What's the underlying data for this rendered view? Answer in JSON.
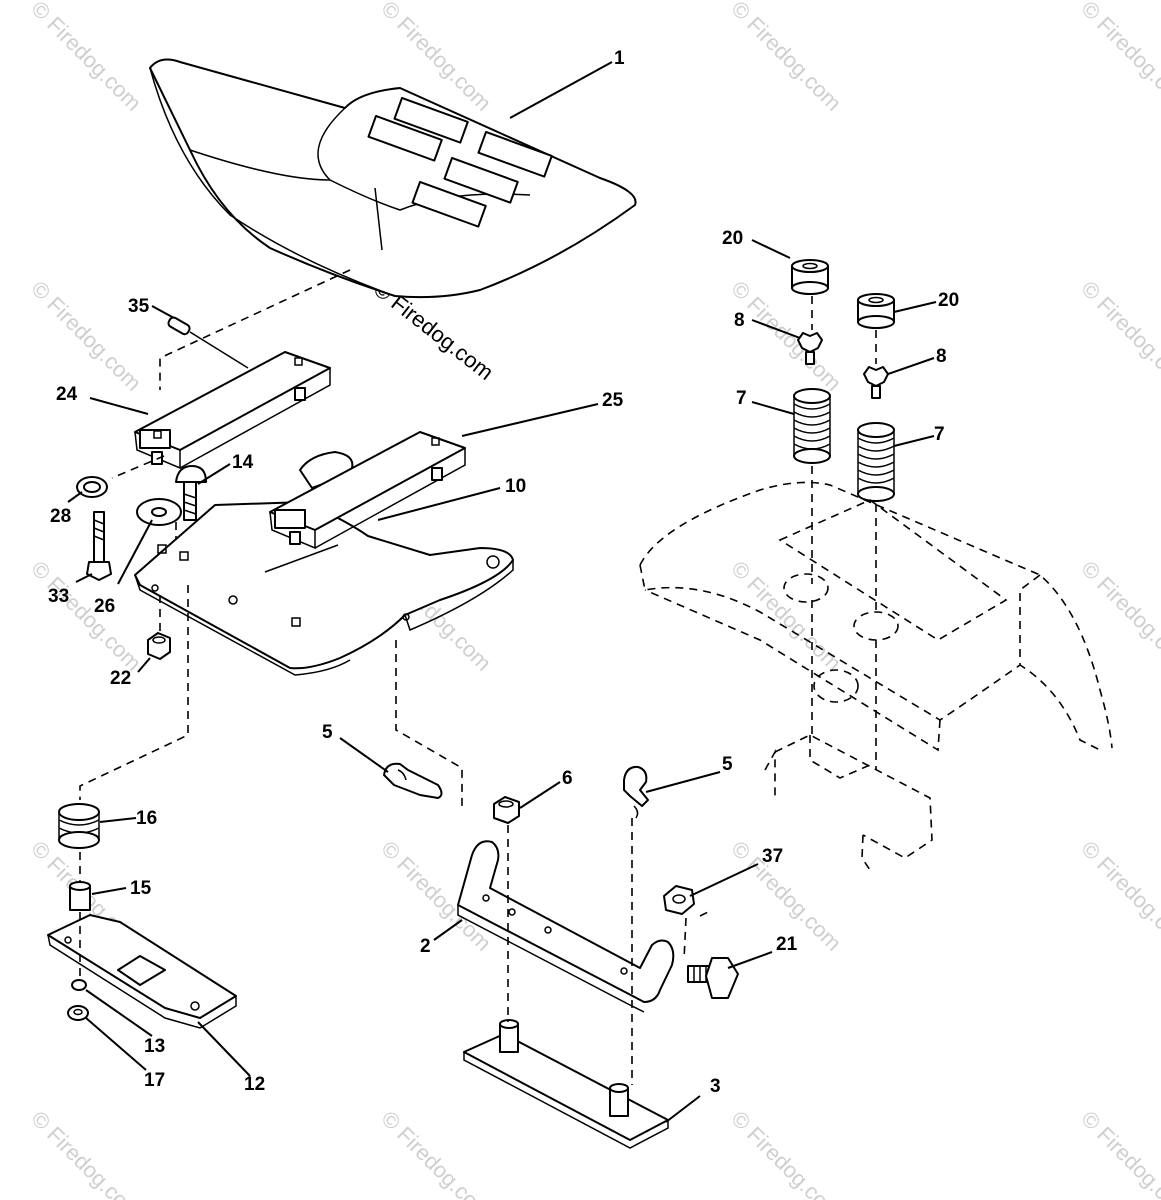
{
  "watermark": {
    "text": "Firedog.com",
    "symbol": "©"
  },
  "center_mark": "© Firedog.com",
  "callouts": {
    "c1": "1",
    "c2": "2",
    "c3": "3",
    "c5a": "5",
    "c5b": "5",
    "c6": "6",
    "c7a": "7",
    "c7b": "7",
    "c8a": "8",
    "c8b": "8",
    "c10": "10",
    "c12": "12",
    "c13": "13",
    "c14": "14",
    "c15": "15",
    "c16": "16",
    "c17": "17",
    "c20a": "20",
    "c20b": "20",
    "c21": "21",
    "c22": "22",
    "c24": "24",
    "c25": "25",
    "c26": "26",
    "c28": "28",
    "c33": "33",
    "c35": "35",
    "c37": "37"
  }
}
